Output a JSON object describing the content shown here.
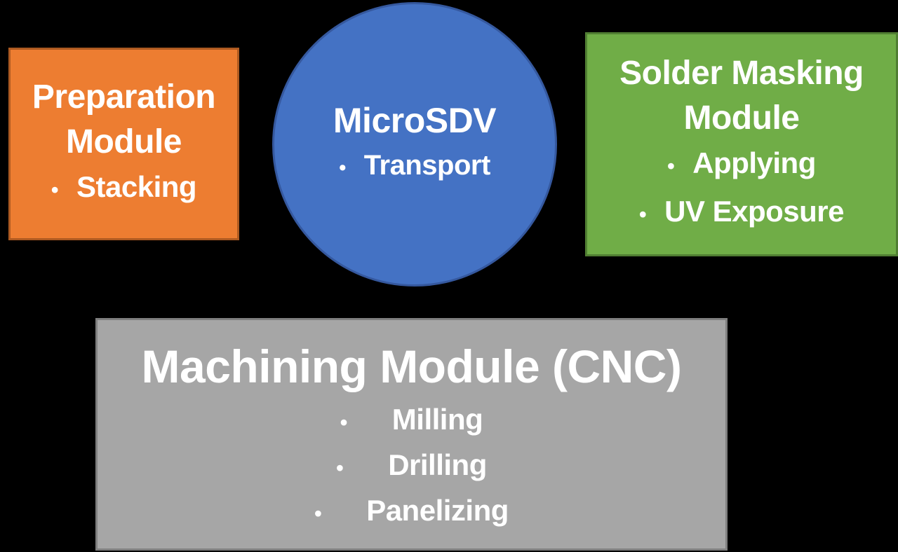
{
  "background_color": "#000000",
  "text_color": "#FFFFFF",
  "bullet_char": "•",
  "nodes": {
    "preparation": {
      "title_lines": [
        "Preparation",
        "Module"
      ],
      "bullets": [
        "Stacking"
      ],
      "fill": "#ED7D31",
      "border": "#AE5A21",
      "shape": "rectangle"
    },
    "microsdv": {
      "title_lines": [
        "MicroSDV"
      ],
      "bullets": [
        "Transport"
      ],
      "fill": "#4472C4",
      "border": "#35589E",
      "shape": "circle"
    },
    "solder": {
      "title_lines": [
        "Solder Masking",
        "Module"
      ],
      "bullets": [
        "Applying",
        "UV Exposure"
      ],
      "fill": "#70AD47",
      "border": "#507E32",
      "shape": "rectangle"
    },
    "machining": {
      "title_lines": [
        "Machining Module (CNC)"
      ],
      "bullets": [
        "Milling",
        "Drilling",
        "Panelizing"
      ],
      "fill": "#A6A6A6",
      "border": "#7F7F7F",
      "shape": "rectangle"
    }
  }
}
